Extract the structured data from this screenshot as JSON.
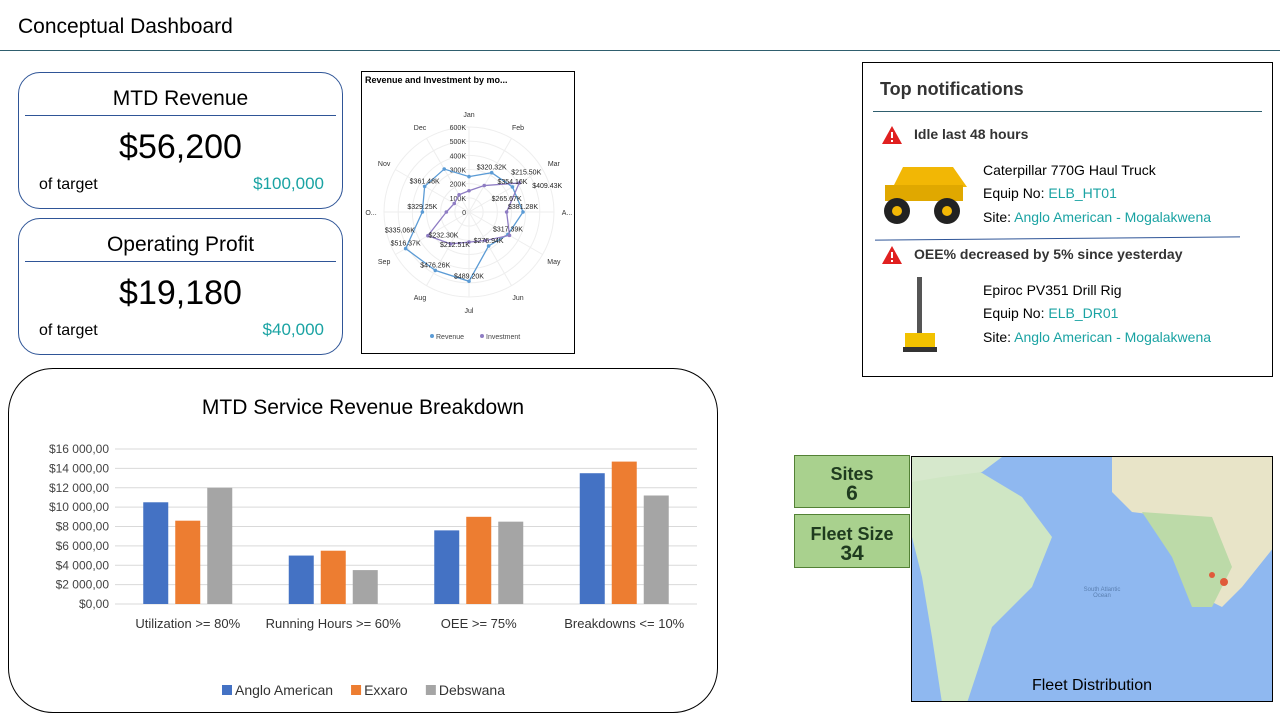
{
  "title": "Conceptual Dashboard",
  "kpis": [
    {
      "label": "MTD Revenue",
      "value": "$56,200",
      "of": "of target",
      "target": "$100,000"
    },
    {
      "label": "Operating Profit",
      "value": "$19,180",
      "of": "of target",
      "target": "$40,000"
    }
  ],
  "notifications": {
    "title": "Top notifications",
    "items": [
      {
        "alert": "Idle last 48 hours",
        "equipment": "Caterpillar 770G Haul Truck",
        "equip_label": "Equip No: ",
        "equip_no": "ELB_HT01",
        "site_label": "Site: ",
        "site": "Anglo American - Mogalakwena"
      },
      {
        "alert": "OEE% decreased by 5% since yesterday",
        "equipment": "Epiroc PV351 Drill Rig",
        "equip_label": "Equip No: ",
        "equip_no": "ELB_DR01",
        "site_label": "Site: ",
        "site": "Anglo American - Mogalakwena"
      }
    ]
  },
  "stats": {
    "sites_label": "Sites",
    "sites": "6",
    "fleet_label": "Fleet Size",
    "fleet": "34"
  },
  "map": {
    "caption": "Fleet Distribution",
    "ocean": "South Atlantic Ocean"
  },
  "colors": {
    "anglo": "#4472c4",
    "exxaro": "#ed7d31",
    "debswana": "#a5a5a5",
    "revenue": "#5b9bd5",
    "investment": "#8e7cc3"
  },
  "chart_data": [
    {
      "type": "radar",
      "title": "Revenue and Investment by mo...",
      "categories": [
        "Jan",
        "Feb",
        "Mar",
        "A...",
        "May",
        "Jun",
        "Jul",
        "Aug",
        "Sep",
        "O...",
        "Nov",
        "Dec"
      ],
      "ticks": [
        "0",
        "100K",
        "200K",
        "300K",
        "400K",
        "500K",
        "600K"
      ],
      "rmax": 600000,
      "series": [
        {
          "name": "Revenue",
          "values": [
            250000,
            320320,
            354160,
            381280,
            317390,
            276940,
            489200,
            476260,
            516370,
            329250,
            361480,
            350000
          ],
          "labels": [
            "",
            "$320.32K",
            "$354.16K",
            "$381.28K",
            "$317.39K",
            "$276.94K",
            "$489.20K",
            "$476.26K",
            "$516.37K",
            "$329.25K",
            "$361.48K",
            ""
          ]
        },
        {
          "name": "Investment",
          "values": [
            150000,
            215500,
            409430,
            265670,
            330000,
            232300,
            212510,
            260000,
            335060,
            160000,
            120000,
            140000
          ],
          "labels": [
            "",
            "$215.50K",
            "$409.43K",
            "$265.67K",
            "",
            "$232.30K",
            "$212.51K",
            "",
            "$335.06K",
            "",
            "",
            ""
          ]
        }
      ]
    },
    {
      "type": "bar",
      "title": "MTD Service Revenue Breakdown",
      "categories": [
        "Utilization >= 80%",
        "Running Hours >= 60%",
        "OEE >= 75%",
        "Breakdowns <= 10%"
      ],
      "ylim": [
        0,
        16000
      ],
      "yticks": [
        "$0,00",
        "$2 000,00",
        "$4 000,00",
        "$6 000,00",
        "$8 000,00",
        "$10 000,00",
        "$12 000,00",
        "$14 000,00",
        "$16 000,00"
      ],
      "series": [
        {
          "name": "Anglo American",
          "values": [
            10500,
            5000,
            7600,
            13500
          ]
        },
        {
          "name": "Exxaro",
          "values": [
            8600,
            5500,
            9000,
            14700
          ]
        },
        {
          "name": "Debswana",
          "values": [
            12000,
            3500,
            8500,
            11200
          ]
        }
      ]
    }
  ]
}
